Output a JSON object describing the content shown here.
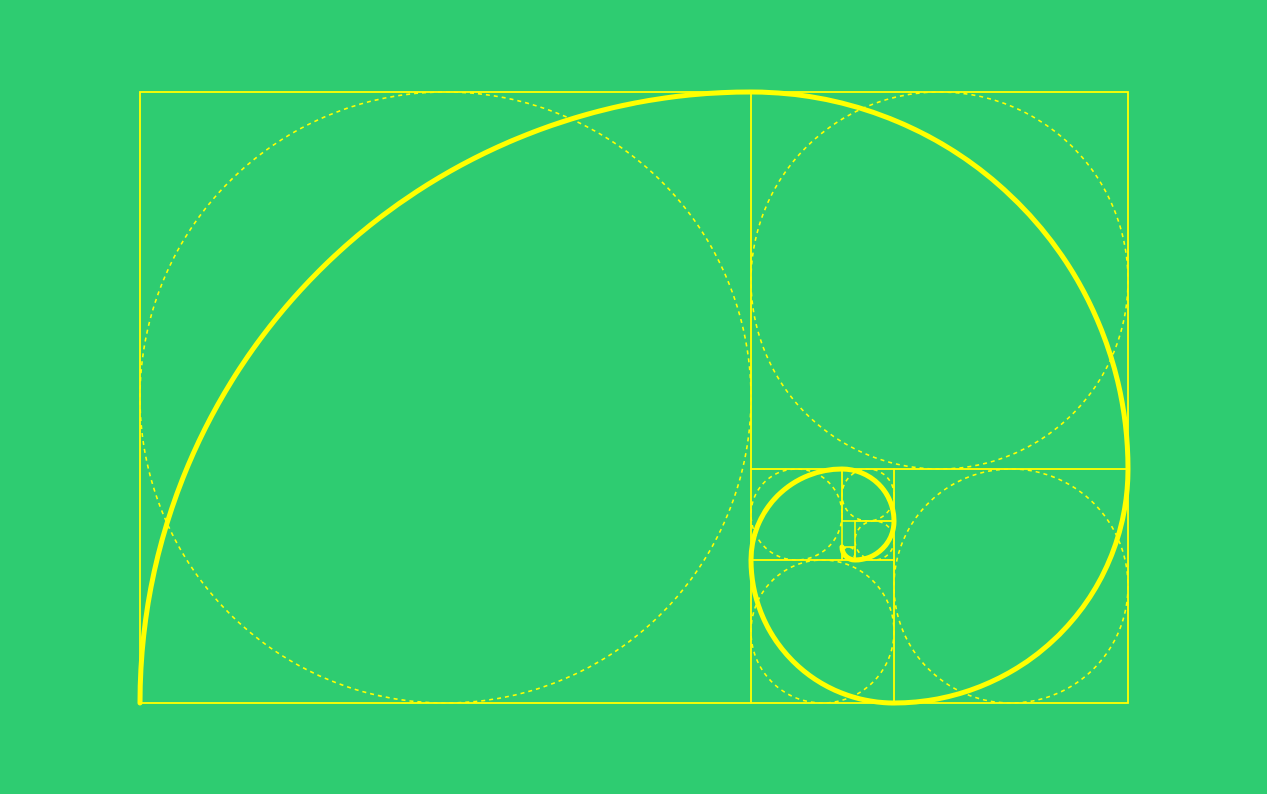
{
  "diagram": {
    "background_color": "#2ecc71",
    "line_color": "#ffff00",
    "squares": [
      {
        "name": "square-1"
      },
      {
        "name": "square-2"
      },
      {
        "name": "square-3"
      },
      {
        "name": "square-4"
      },
      {
        "name": "square-5"
      },
      {
        "name": "square-6"
      },
      {
        "name": "square-7"
      },
      {
        "name": "square-8"
      }
    ],
    "circles_dashed": true,
    "spiral": "golden-spiral"
  }
}
